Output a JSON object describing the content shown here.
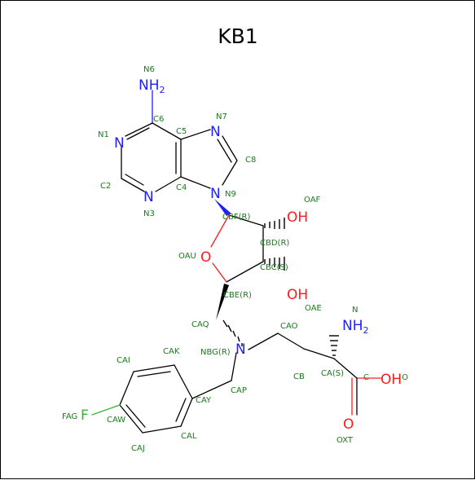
{
  "title": "KB1",
  "colors": {
    "bond": "#000000",
    "nitrogen": "#1f1fff",
    "oxygen": "#ff1a1a",
    "fluorine": "#2fb82f",
    "atom_label": "#1a7a1a",
    "frame": "#000000"
  },
  "elements": {
    "n6": "NH",
    "n6_sub": "2",
    "n1": "N",
    "n3": "N",
    "n7": "N",
    "n9": "N",
    "oaf": "OH",
    "oae": "OH",
    "oau": "O",
    "nbg": "N",
    "n_amine": "NH",
    "n_amine_sub": "2",
    "oh_acid": "OH",
    "oh_acid_sup": "O",
    "oxt": "O",
    "f": "F"
  },
  "atom_labels": {
    "N6": "N6",
    "C6": "C6",
    "N1": "N1",
    "C5": "C5",
    "N7": "N7",
    "C8": "C8",
    "C2": "C2",
    "N3": "N3",
    "C4": "C4",
    "N9": "N9",
    "OAF": "OAF",
    "CBF": "CBF(R)",
    "CBD": "CBD(R)",
    "OAU": "OAU",
    "CBC": "CBC(S)",
    "CBE": "CBE(R)",
    "OAE": "OAE",
    "CAQ": "CAQ",
    "CAO": "CAO",
    "N": "N",
    "CAI": "CAI",
    "CAK": "CAK",
    "NBG": "NBG(R)",
    "CB": "CB",
    "CA": "CA(S)",
    "C": "C",
    "FAG": "FAG",
    "CAW": "CAW",
    "CAY": "CAY",
    "CAP": "CAP",
    "OXT": "OXT",
    "CAL": "CAL",
    "CAJ": "CAJ"
  }
}
